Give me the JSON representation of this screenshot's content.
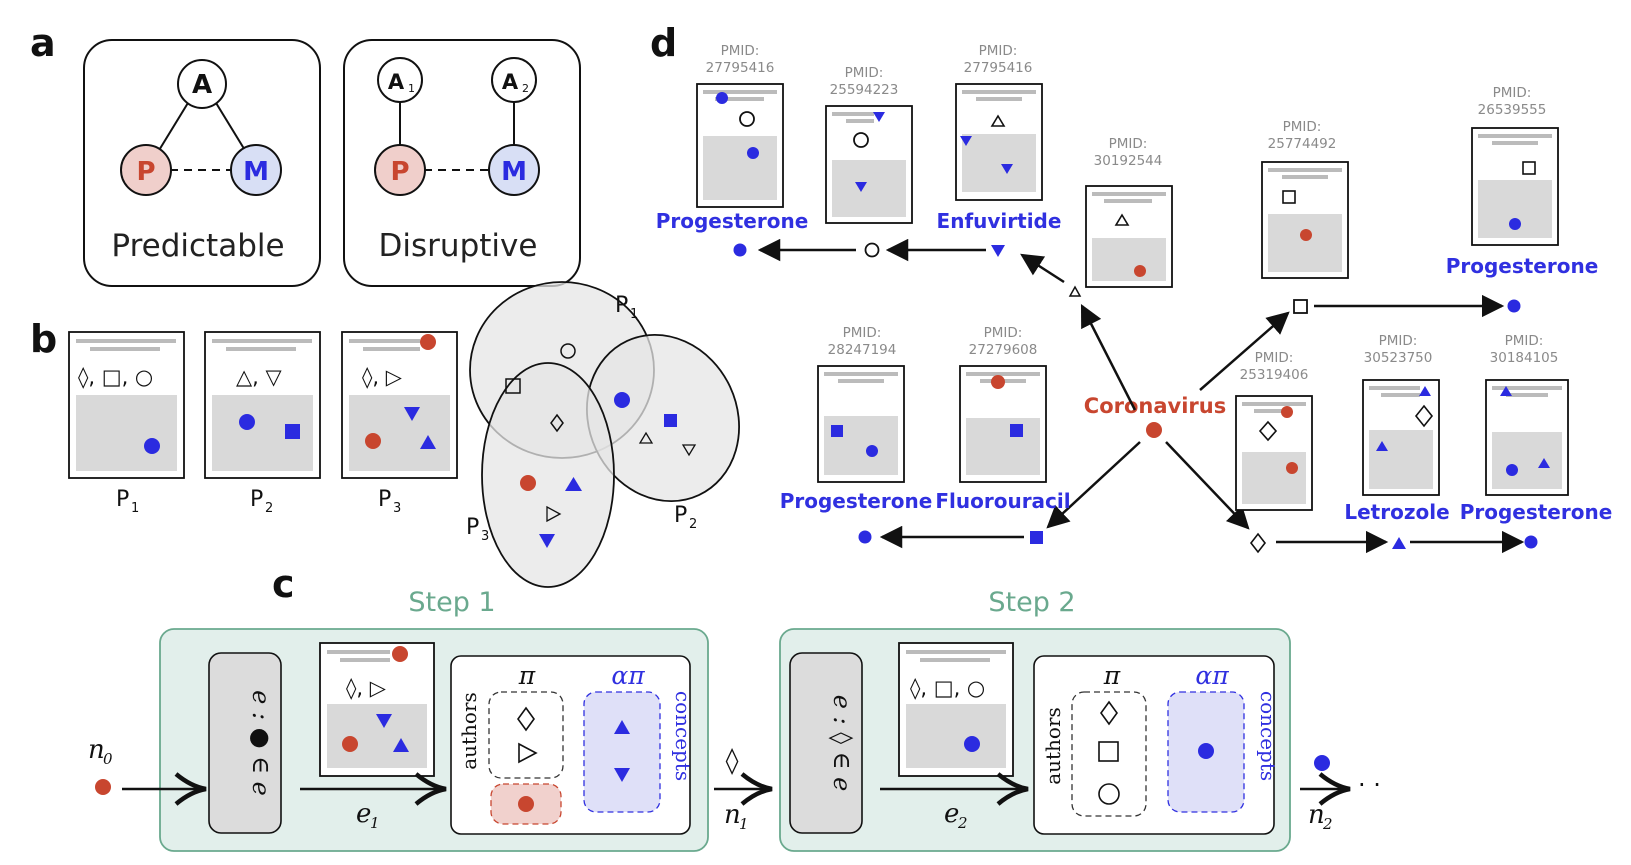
{
  "panel_a": {
    "label": "a",
    "predictable": {
      "top": "A",
      "left": "P",
      "right": "M",
      "caption": "Predictable"
    },
    "disruptive": {
      "top_left": "A",
      "top_left_sub": "1",
      "top_right": "A",
      "top_right_sub": "2",
      "left": "P",
      "right": "M",
      "caption": "Disruptive"
    }
  },
  "panel_b": {
    "label": "b",
    "papers": [
      {
        "name": "P",
        "sub": "1",
        "symbols": "◊, □,  ○"
      },
      {
        "name": "P",
        "sub": "2",
        "symbols": "△, ▽"
      },
      {
        "name": "P",
        "sub": "3",
        "symbols": "◊, ▷"
      }
    ],
    "ellipses": [
      {
        "name": "P",
        "sub": "1"
      },
      {
        "name": "P",
        "sub": "2"
      },
      {
        "name": "P",
        "sub": "3"
      }
    ]
  },
  "panel_c": {
    "label": "c",
    "step1": "Step 1",
    "step2": "Step 2",
    "n0": "n",
    "n0_sub": "0",
    "n1": "n",
    "n1_sub": "1",
    "n2": "n",
    "n2_sub": "2",
    "e1": "e",
    "e1_sub": "1",
    "e2": "e",
    "e2_sub": "2",
    "edge1_text": "e : ● ∈ e",
    "edge2_text": "e : ◊ ∈ e",
    "paper1_symbols": "◊, ▷",
    "paper2_symbols": "◊, □,  ○",
    "pi": "π",
    "alpha_pi": "απ",
    "authors": "authors",
    "concepts": "concepts",
    "transition_symbol": "◊",
    "ellipsis": "· ·"
  },
  "panel_d": {
    "label": "d",
    "center": "Coronavirus",
    "pmids": {
      "p1": "27795416",
      "p2": "25594223",
      "p3": "27795416",
      "p4": "30192544",
      "p5": "25774492",
      "p6": "26539555",
      "p7": "28247194",
      "p8": "27279608",
      "p9": "25319406",
      "p10": "30523750",
      "p11": "30184105"
    },
    "pmid_prefix": "PMID:",
    "drugs": {
      "d1": "Progesterone",
      "d2": "Enfuvirtide",
      "d3": "Progesterone",
      "d4": "Progesterone",
      "d5": "Fluorouracil",
      "d6": "Letrozole",
      "d7": "Progesterone"
    }
  },
  "colors": {
    "red": "#c8462f",
    "blue": "#2b2be0",
    "step_teal": "#6aa98e",
    "step_fill": "#e2efeb",
    "paper_gray": "#d9d9d9"
  }
}
